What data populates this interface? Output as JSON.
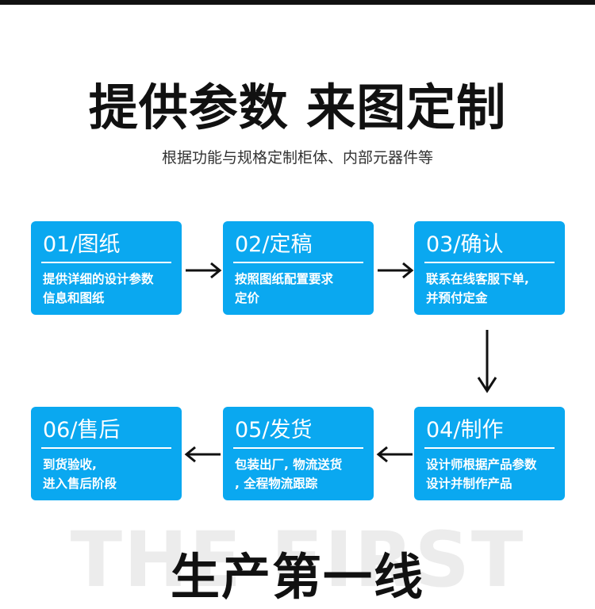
{
  "header": {
    "title": "提供参数 来图定制",
    "subtitle": "根据功能与规格定制柜体、内部元器件等"
  },
  "steps": [
    {
      "title": "01/图纸",
      "desc": "提供详细的设计参数\n信息和图纸"
    },
    {
      "title": "02/定稿",
      "desc": "按照图纸配置要求\n定价"
    },
    {
      "title": "03/确认",
      "desc": "联系在线客服下单,\n并预付定金"
    },
    {
      "title": "04/制作",
      "desc": "设计师根据产品参数\n设计并制作产品"
    },
    {
      "title": "05/发货",
      "desc": "包装出厂, 物流送货\n, 全程物流跟踪"
    },
    {
      "title": "06/售后",
      "desc": "到货验收,\n进入售后阶段"
    }
  ],
  "footer": {
    "watermark": "THE FIRST",
    "title": "生产第一线"
  },
  "colors": {
    "card": "#0aa8f0",
    "text": "#111111"
  }
}
